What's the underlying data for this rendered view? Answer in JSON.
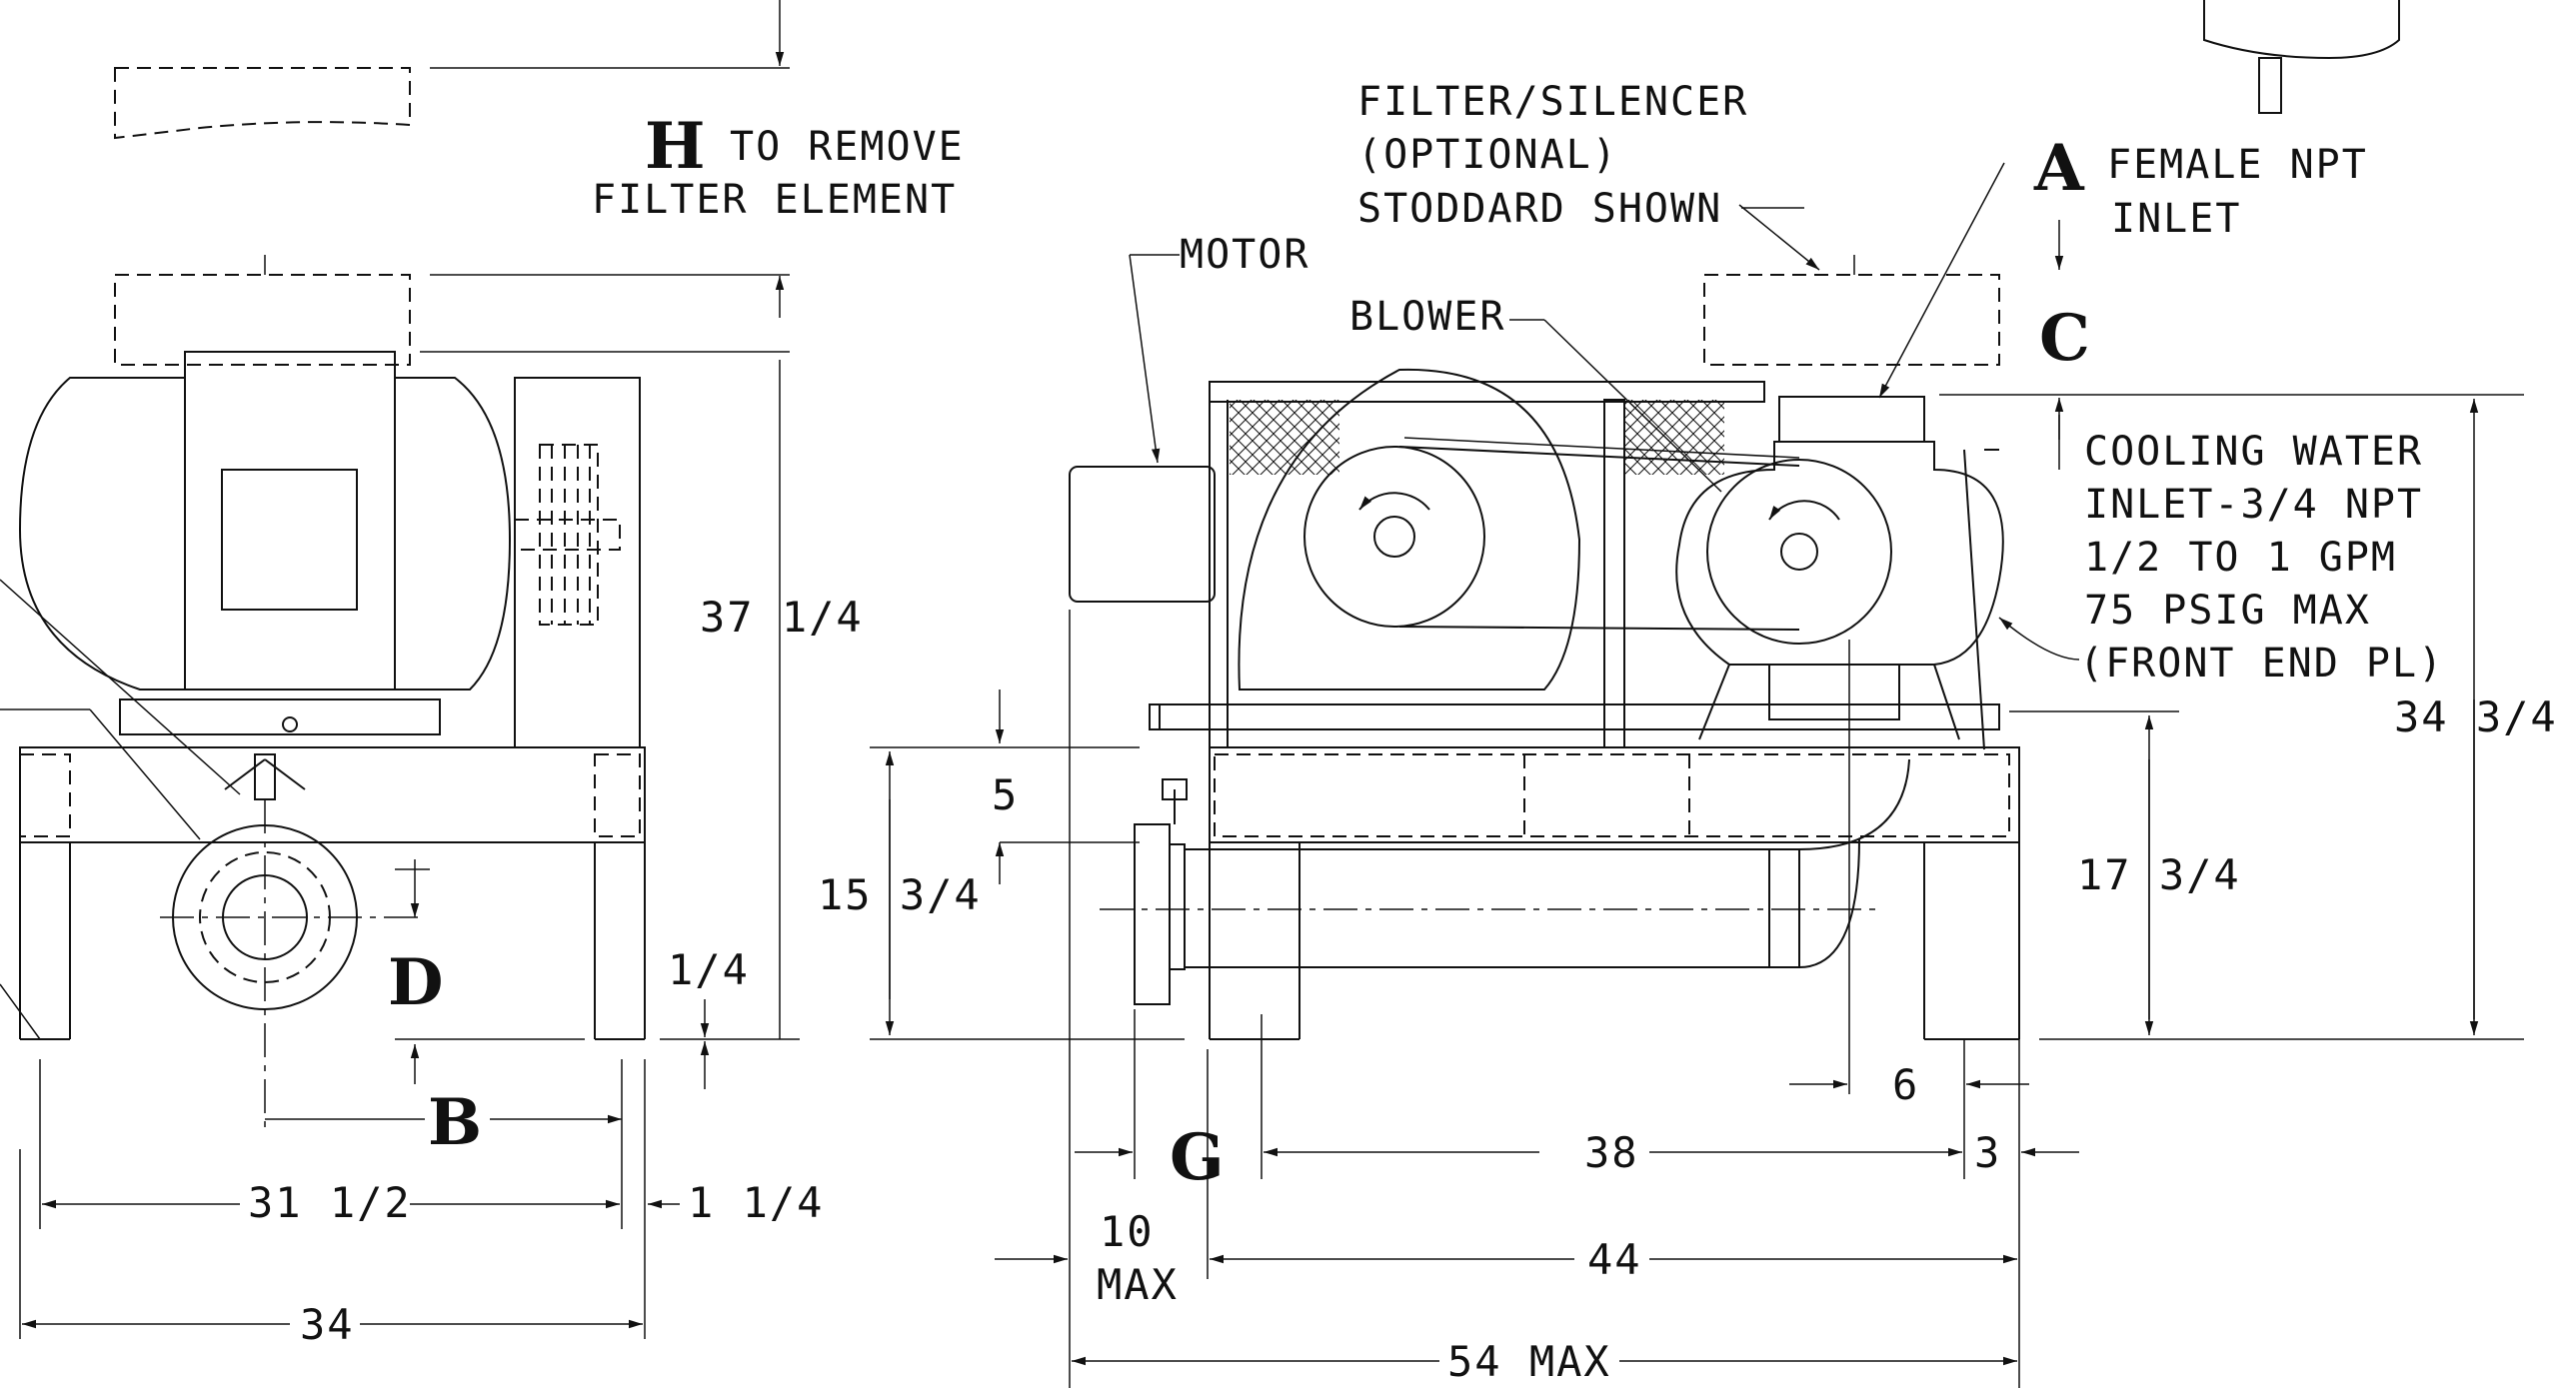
{
  "labels": {
    "h_note": "TO REMOVE",
    "h_note2": "FILTER ELEMENT",
    "filter_1": "FILTER/SILENCER",
    "filter_2": "(OPTIONAL)",
    "filter_3": "STODDARD SHOWN",
    "motor": "MOTOR",
    "blower": "BLOWER",
    "inlet_1": "FEMALE NPT",
    "inlet_2": "INLET",
    "cooling_1": "COOLING WATER",
    "cooling_2": "INLET-3/4 NPT",
    "cooling_3": "1/2 TO 1 GPM",
    "cooling_4": "75 PSIG MAX",
    "cooling_5": "(FRONT END PL)"
  },
  "keys": {
    "H": "H",
    "A": "A",
    "C": "C",
    "D": "D",
    "B": "B",
    "G": "G"
  },
  "dimensions": {
    "height_left": "37 1/4",
    "height_right": "34 3/4",
    "base_height": "15 3/4",
    "five": "5",
    "inlet_height": "17 3/4",
    "quarter": "1/4",
    "thirty_one": "31 1/2",
    "one_quarter": "1 1/4",
    "thirty_four": "34",
    "six": "6",
    "thirty_eight": "38",
    "three": "3",
    "ten": "10",
    "max": "MAX",
    "forty_four": "44",
    "fifty_four": "54 MAX"
  }
}
